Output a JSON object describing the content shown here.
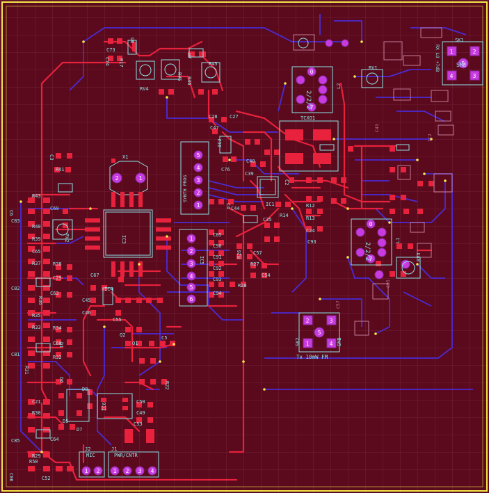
{
  "board": {
    "colors": {
      "background": "#5a0a1c",
      "grid": "#7a2a3c",
      "outline": "#f4e94a",
      "top_copper": "#e8213c",
      "bottom_copper": "#4b2bd6",
      "pad": "#c83be0",
      "silkscreen": "#8fe3e8",
      "silkscreen_bottom": "#c47c9a"
    }
  },
  "labels": {
    "sma_connector": "SMB",
    "sma_ref": "SK1",
    "rx_label": "RX LO +7dB",
    "tcxo": "TCXO1",
    "synth_prog": "SYNTH PROG",
    "tx_label": "Tx 10mW FM",
    "sk2": "SK2",
    "mic": "MIC",
    "pwr_cntr": "PWR/CNTR",
    "j1": "J1",
    "j2": "J2",
    "ic1": "IC1",
    "ic2": "IC2",
    "ic3": "IC3",
    "ic4": "IC4",
    "ic5": "IC5",
    "ic6": "IC6",
    "rv1": "RV1",
    "rv2": "RV2",
    "rv3": "RV3",
    "rv4": "RV4",
    "rv5": "RV5",
    "l1": "L1",
    "l2": "L2",
    "x1": "X1",
    "c73": "C73",
    "c74": "C74",
    "r17": "R17",
    "r45": "R45",
    "r46": "R46",
    "c28": "C28",
    "c27": "C27",
    "c47": "C47",
    "c76": "C76",
    "c40": "C40",
    "c39": "C39",
    "c44": "C44",
    "c35": "C35",
    "r14": "R14",
    "r13": "R13",
    "c24": "C24",
    "c43": "C43",
    "r12": "R12",
    "c93": "C93",
    "c83": "C83",
    "c82": "C82",
    "c81": "C81",
    "c85": "C85",
    "c86": "C86",
    "c52": "C52",
    "c64": "C64",
    "c21": "C21",
    "r30": "R30",
    "r29": "R29",
    "r50": "R50",
    "r43": "R43",
    "r41": "R41",
    "r40": "R40",
    "r39": "R39",
    "r38": "R38",
    "r37": "R37",
    "r36": "R36",
    "r35": "R35",
    "r34": "R34",
    "r33": "R33",
    "r32": "R32",
    "r31": "R31",
    "r27": "R27",
    "r28": "R28",
    "r26": "R26",
    "r22": "R22",
    "c90": "C90",
    "c91": "C91",
    "c92": "C92",
    "c94": "C94",
    "c95": "C95",
    "c54": "C54",
    "c57": "C57",
    "c45": "C45",
    "c46": "C46",
    "c55": "C55",
    "c53": "C53",
    "c50": "C50",
    "c49": "C49",
    "c65": "C65",
    "c69": "C69",
    "c67": "C67",
    "c63": "C63",
    "c60": "C60",
    "c29": "C29",
    "c5": "C5",
    "c6": "C6",
    "c3": "C3",
    "c4": "C4",
    "c2": "C2",
    "d1": "D1",
    "d5": "D5",
    "d6": "D6",
    "d7": "D7",
    "d8": "D8",
    "u6": "U6",
    "u7": "U7",
    "q1": "Q1",
    "q2": "Q2",
    "pin1": "1",
    "pin2": "2",
    "pin3": "3",
    "pin4": "4",
    "pin5": "5",
    "pin6": "6",
    "pin7": "7",
    "pin0": "0",
    "kit2": "2/2/2",
    "kit3": "2/2/2"
  }
}
